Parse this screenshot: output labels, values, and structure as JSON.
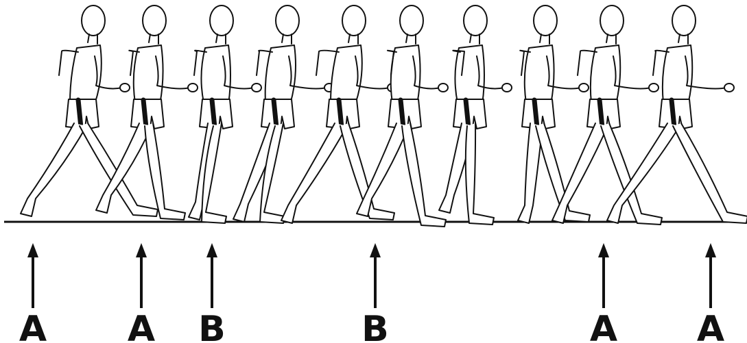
{
  "colors": {
    "ink": "#111111",
    "background": "#ffffff"
  },
  "figure": {
    "description_kind": "race-walking stride sequence line drawing",
    "frames": 10,
    "markers": [
      {
        "label": "A"
      },
      {
        "label": "A"
      },
      {
        "label": "B"
      },
      {
        "label": "B"
      },
      {
        "label": "A"
      },
      {
        "label": "A"
      }
    ]
  }
}
